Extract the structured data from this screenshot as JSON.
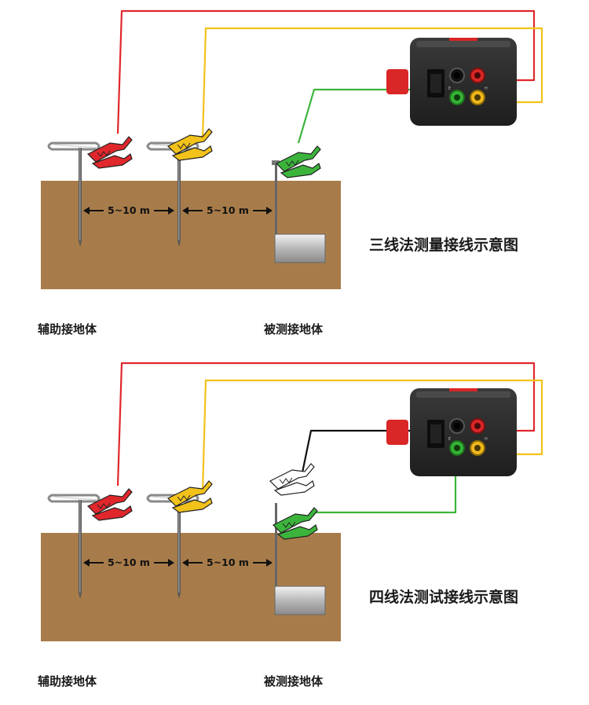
{
  "diagrams": [
    {
      "title": "三线法测量接线示意图",
      "aux_label": "辅助接地体",
      "test_label": "被测接地体",
      "spacing": [
        "5~10 m",
        "5~10 m"
      ],
      "wires": [
        "red",
        "yellow",
        "green"
      ]
    },
    {
      "title": "四线法测试接线示意图",
      "aux_label": "辅助接地体",
      "test_label": "被测接地体",
      "spacing": [
        "5~10 m",
        "5~10 m"
      ],
      "wires": [
        "red",
        "yellow",
        "green",
        "black"
      ]
    }
  ],
  "colors": {
    "soil": "#a87c4a",
    "red": "#e0272b",
    "yellow": "#f2c21b",
    "green": "#3cb43c",
    "black": "#111111",
    "meter_body": "#2b2b2b",
    "meter_accent": "#d92626"
  }
}
